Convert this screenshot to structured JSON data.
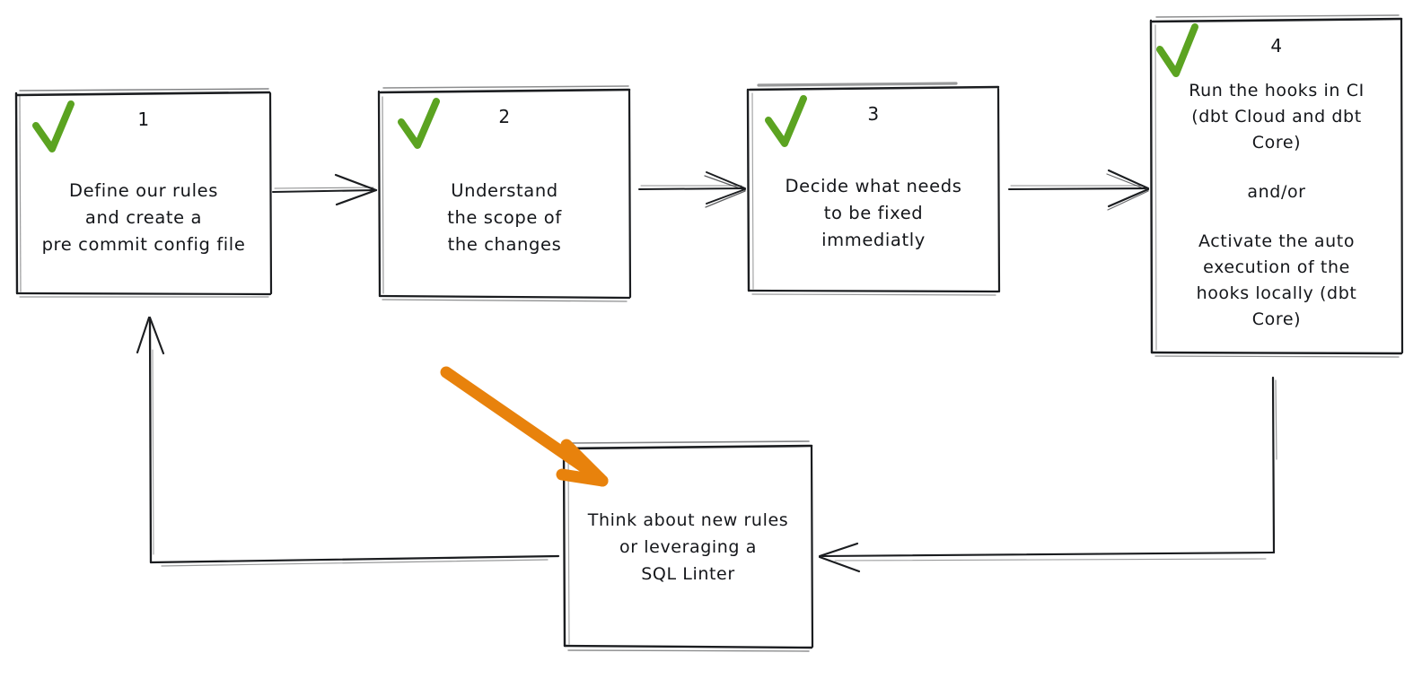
{
  "diagram": {
    "title": "pre-commit workflow flowchart",
    "style": "hand-drawn sketch",
    "colors": {
      "stroke": "#1b1d20",
      "check_green": "#5ba321",
      "highlight_orange": "#e8820c",
      "background": "#ffffff"
    }
  },
  "nodes": [
    {
      "id": "node-1",
      "number": "1",
      "checked": true,
      "check_icon": "green-check-icon",
      "lines": [
        "Define our rules",
        "and create a",
        "pre commit config file"
      ]
    },
    {
      "id": "node-2",
      "number": "2",
      "checked": true,
      "check_icon": "green-check-icon",
      "lines": [
        "Understand",
        "the scope of",
        "the changes"
      ]
    },
    {
      "id": "node-3",
      "number": "3",
      "checked": true,
      "check_icon": "green-check-icon",
      "lines": [
        "Decide what needs",
        "to be fixed",
        "immediatly"
      ]
    },
    {
      "id": "node-4",
      "number": "4",
      "checked": true,
      "check_icon": "green-check-icon",
      "lines": [
        "Run the hooks in CI",
        "(dbt Cloud and dbt",
        "Core)",
        "",
        "and/or",
        "",
        "Activate the auto",
        "execution of the",
        "hooks locally (dbt",
        "Core)"
      ]
    },
    {
      "id": "node-5",
      "number": "",
      "checked": false,
      "check_icon": "",
      "lines": [
        "Think about new rules",
        "or leveraging a",
        "SQL Linter"
      ]
    }
  ],
  "connectors": [
    {
      "name": "arrow-node1-to-node2",
      "from": "node-1",
      "to": "node-2",
      "direction": "right"
    },
    {
      "name": "arrow-node2-to-node3",
      "from": "node-2",
      "to": "node-3",
      "direction": "right"
    },
    {
      "name": "arrow-node3-to-node4",
      "from": "node-3",
      "to": "node-4",
      "direction": "right"
    },
    {
      "name": "arrow-node4-to-node5",
      "from": "node-4",
      "to": "node-5",
      "direction": "left"
    },
    {
      "name": "arrow-node5-to-node1",
      "from": "node-5",
      "to": "node-1",
      "direction": "up"
    }
  ],
  "annotations": [
    {
      "name": "orange-highlight-arrow",
      "icon": "arrow-down-right-icon",
      "color": "#e8820c",
      "points_to": "node-5"
    }
  ]
}
